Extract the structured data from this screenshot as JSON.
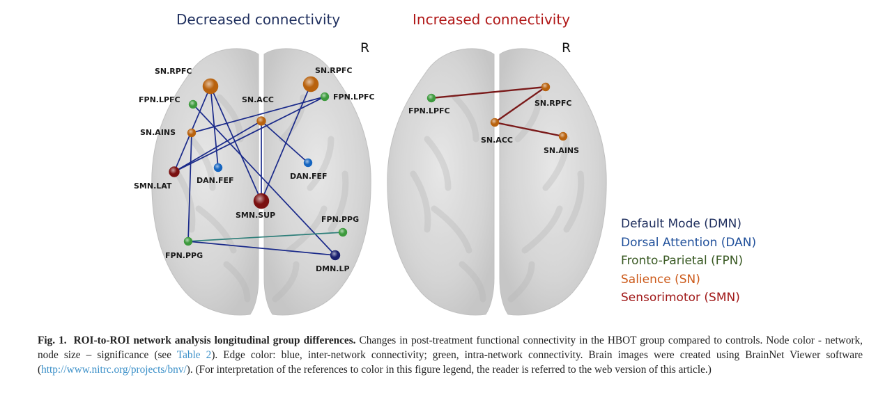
{
  "figure": {
    "panels": [
      {
        "id": "decreased",
        "title": "Decreased connectivity",
        "title_color": "#1f2f5e",
        "orientation_mark": "R",
        "edge_color_inter": "#1a2a8a",
        "edge_color_intra": "#2f7f7a",
        "nodes": [
          {
            "id": "sn_rpfc_l",
            "label": "SN.RPFC",
            "network": "SN",
            "size": "large"
          },
          {
            "id": "sn_rpfc_r",
            "label": "SN.RPFC",
            "network": "SN",
            "size": "large"
          },
          {
            "id": "fpn_lpfc_l",
            "label": "FPN.LPFC",
            "network": "FPN",
            "size": "small"
          },
          {
            "id": "fpn_lpfc_r",
            "label": "FPN.LPFC",
            "network": "FPN",
            "size": "small"
          },
          {
            "id": "sn_acc",
            "label": "SN.ACC",
            "network": "SN",
            "size": "small"
          },
          {
            "id": "sn_ains",
            "label": "SN.AINS",
            "network": "SN",
            "size": "small"
          },
          {
            "id": "smn_lat",
            "label": "SMN.LAT",
            "network": "SMN",
            "size": "small"
          },
          {
            "id": "dan_fef_l",
            "label": "DAN.FEF",
            "network": "DAN",
            "size": "small"
          },
          {
            "id": "dan_fef_r",
            "label": "DAN.FEF",
            "network": "DAN",
            "size": "small"
          },
          {
            "id": "smn_sup",
            "label": "SMN.SUP",
            "network": "SMN",
            "size": "large"
          },
          {
            "id": "fpn_ppg_r",
            "label": "FPN.PPG",
            "network": "FPN",
            "size": "small"
          },
          {
            "id": "fpn_ppg_l",
            "label": "FPN.PPG",
            "network": "FPN",
            "size": "small"
          },
          {
            "id": "dmn_lp",
            "label": "DMN.LP",
            "network": "DMN",
            "size": "small"
          }
        ],
        "edges": [
          {
            "from": "sn_rpfc_l",
            "to": "smn_lat",
            "type": "inter"
          },
          {
            "from": "sn_rpfc_l",
            "to": "dan_fef_l",
            "type": "inter"
          },
          {
            "from": "sn_rpfc_l",
            "to": "smn_sup",
            "type": "inter"
          },
          {
            "from": "fpn_lpfc_l",
            "to": "dmn_lp",
            "type": "inter"
          },
          {
            "from": "sn_ains",
            "to": "fpn_lpfc_r",
            "type": "inter"
          },
          {
            "from": "sn_ains",
            "to": "fpn_ppg_l",
            "type": "inter"
          },
          {
            "from": "smn_lat",
            "to": "sn_acc",
            "type": "inter"
          },
          {
            "from": "smn_lat",
            "to": "fpn_lpfc_r",
            "type": "inter"
          },
          {
            "from": "sn_acc",
            "to": "smn_sup",
            "type": "inter"
          },
          {
            "from": "sn_acc",
            "to": "dan_fef_r",
            "type": "inter"
          },
          {
            "from": "sn_rpfc_r",
            "to": "smn_sup",
            "type": "inter"
          },
          {
            "from": "fpn_ppg_l",
            "to": "fpn_ppg_r",
            "type": "intra"
          },
          {
            "from": "fpn_ppg_l",
            "to": "dmn_lp",
            "type": "inter"
          }
        ]
      },
      {
        "id": "increased",
        "title": "Increased connectivity",
        "title_color": "#b01717",
        "orientation_mark": "R",
        "edge_color_inter": "#7a1a1a",
        "nodes": [
          {
            "id": "fpn_lpfc",
            "label": "FPN.LPFC",
            "network": "FPN",
            "size": "small"
          },
          {
            "id": "sn_rpfc",
            "label": "SN.RPFC",
            "network": "SN",
            "size": "small"
          },
          {
            "id": "sn_acc",
            "label": "SN.ACC",
            "network": "SN",
            "size": "small"
          },
          {
            "id": "sn_ains",
            "label": "SN.AINS",
            "network": "SN",
            "size": "small"
          }
        ],
        "edges": [
          {
            "from": "fpn_lpfc",
            "to": "sn_rpfc",
            "type": "inter"
          },
          {
            "from": "sn_rpfc",
            "to": "sn_acc",
            "type": "intra"
          },
          {
            "from": "sn_acc",
            "to": "sn_ains",
            "type": "intra"
          }
        ]
      }
    ],
    "network_colors": {
      "DMN": "#1a1f6e",
      "DAN": "#1565c0",
      "FPN": "#3d9a3d",
      "SN": "#b8620e",
      "SMN": "#7a1010"
    },
    "legend": [
      {
        "label": "Default Mode (DMN)",
        "color": "#1f2f5e"
      },
      {
        "label": "Dorsal Attention (DAN)",
        "color": "#1f4f9a"
      },
      {
        "label": "Fronto-Parietal (FPN)",
        "color": "#3a5a24"
      },
      {
        "label": "Salience (SN)",
        "color": "#cc5a1a"
      },
      {
        "label": "Sensorimotor (SMN)",
        "color": "#a01818"
      }
    ]
  },
  "caption": {
    "label": "Fig. 1.",
    "title": "ROI-to-ROI network analysis longitudinal group differences.",
    "text_1": " Changes in post-treatment functional connectivity in the HBOT group compared to controls. Node color - network, node size – significance (see ",
    "link_table": "Table 2",
    "text_2": "). Edge color: blue, inter-network connectivity; green, intra-network connectivity. Brain images were created using BrainNet Viewer software (",
    "link_url": "http://www.nitrc.org/projects/bnv/",
    "text_3": "). (For interpretation of the references to color in this figure legend, the reader is referred to the web version of this article.)"
  }
}
